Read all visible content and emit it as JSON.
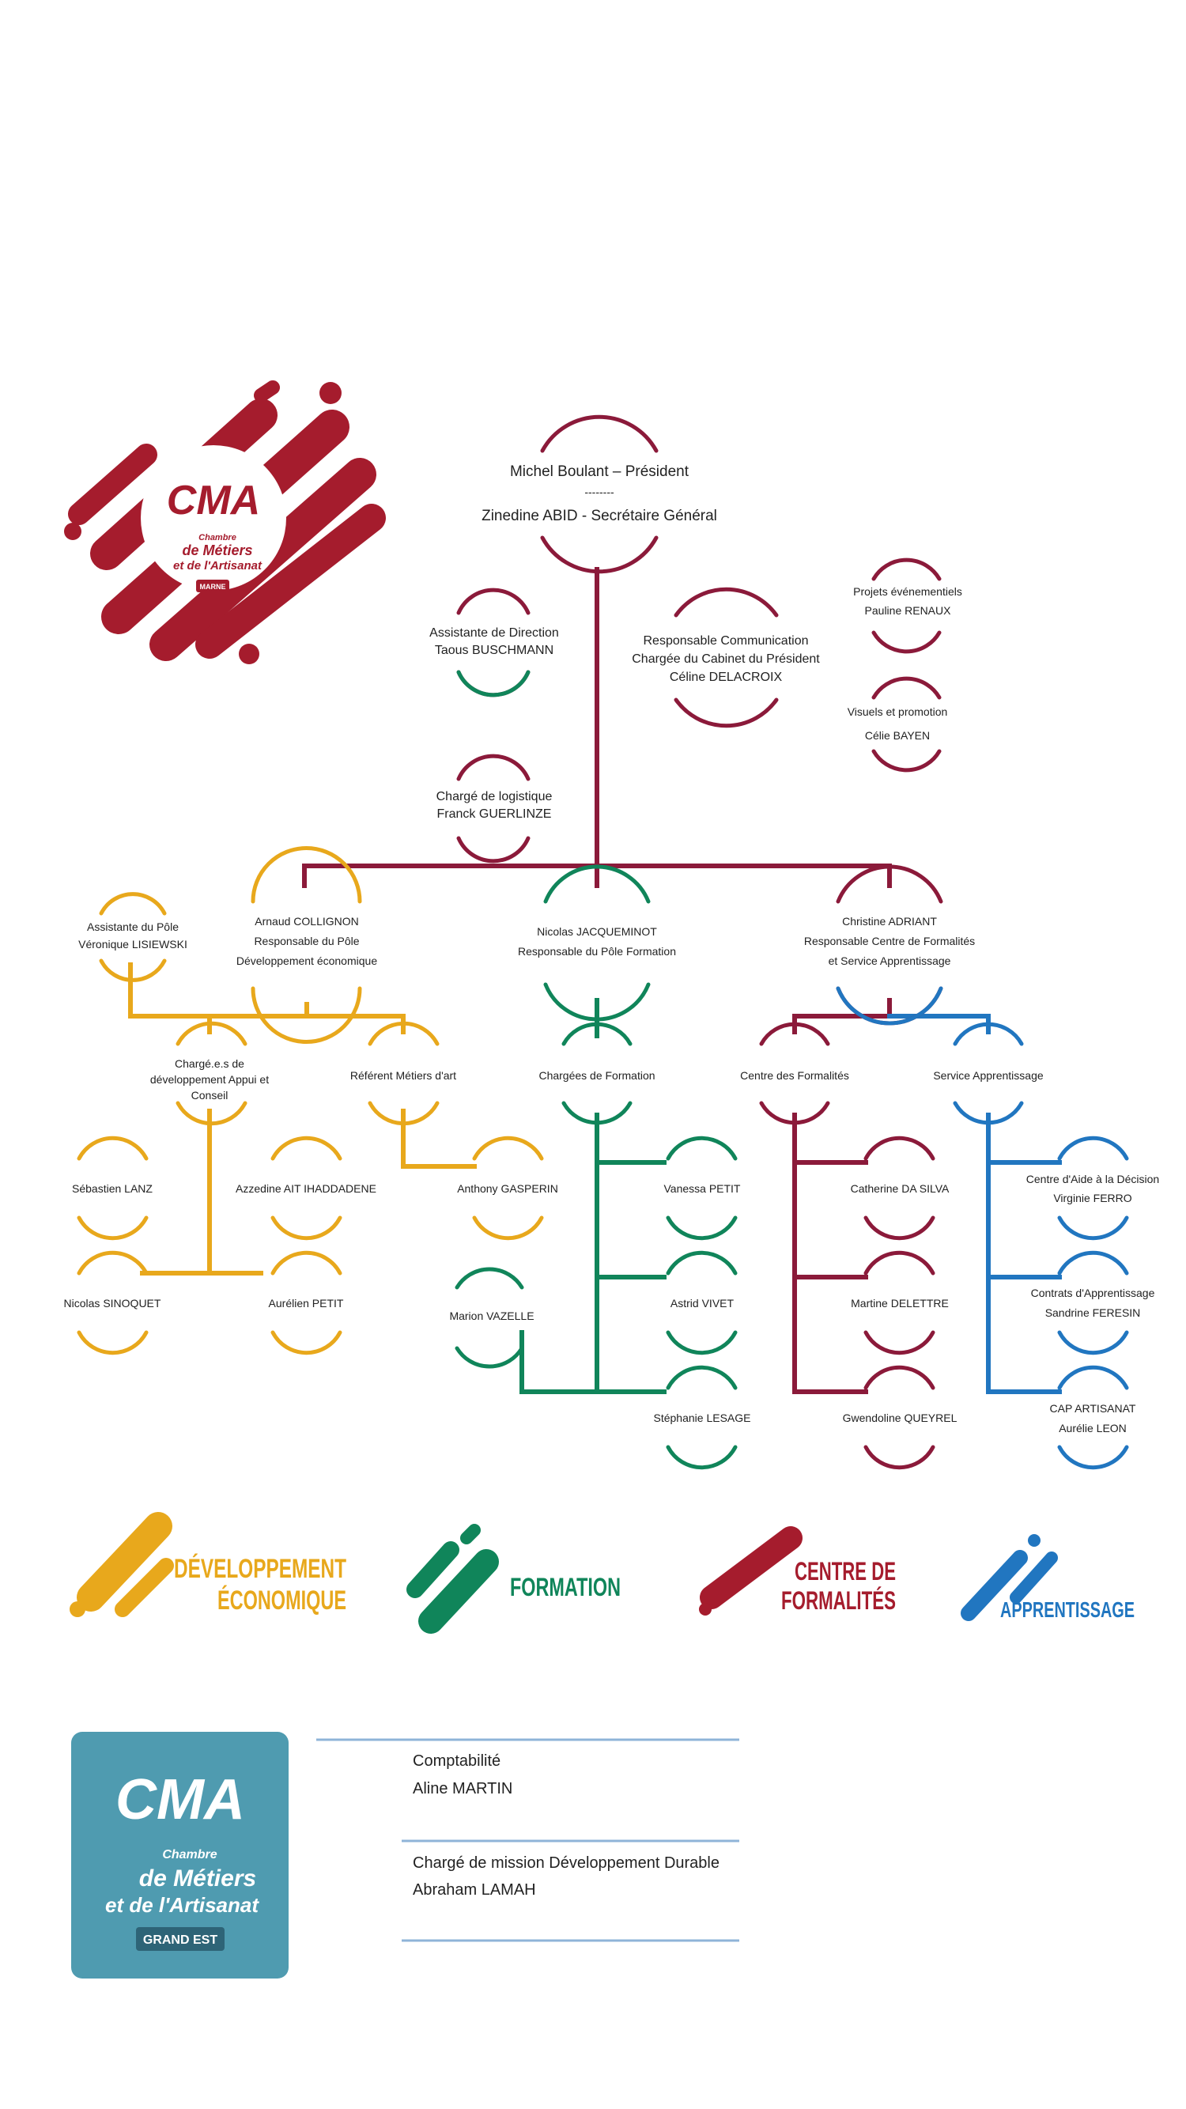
{
  "colors": {
    "direction": "#8b1a3a",
    "dev_eco": "#e8a81c",
    "formation": "#10855a",
    "centre": "#8b1a3a",
    "apprentissage": "#2176c0",
    "logo_red": "#a51c2d",
    "logo_teal": "#4f9bb0",
    "footer_line": "#8fb4d8"
  },
  "header": {
    "president": "Michel Boulant – Président",
    "separator": "--------",
    "secretary": "Zinedine ABID - Secrétaire Général"
  },
  "direction": {
    "assistante_role": "Assistante de Direction",
    "assistante_name": "Taous BUSCHMANN",
    "logistique_role": "Chargé de logistique",
    "logistique_name": "Franck GUERLINZE",
    "comm_role": "Responsable Communication",
    "comm_role2": "Chargée du Cabinet du Président",
    "comm_name": "Céline DELACROIX",
    "events_role": "Projets événementiels",
    "events_name": "Pauline RENAUX",
    "visuels_role": "Visuels et promotion",
    "visuels_name": "Célie BAYEN"
  },
  "dev_eco": {
    "assistante_role": "Assistante du Pôle",
    "assistante_name": "Véronique LISIEWSKI",
    "head_name": "Arnaud COLLIGNON",
    "head_role": "Responsable du Pôle",
    "head_role2": "Développement économique",
    "charges_line1": "Chargé.e.s de",
    "charges_line2": "développement Appui et",
    "charges_line3": "Conseil",
    "referent": "Référent Métiers d'art",
    "p1": "Sébastien LANZ",
    "p2": "Azzedine AIT IHADDADENE",
    "p3": "Nicolas SINOQUET",
    "p4": "Aurélien PETIT",
    "p5": "Anthony GASPERIN"
  },
  "formation": {
    "head_name": "Nicolas JACQUEMINOT",
    "head_role": "Responsable du Pôle Formation",
    "group": "Chargées de Formation",
    "p1": "Vanessa PETIT",
    "p2": "Astrid VIVET",
    "p3": "Stéphanie LESAGE",
    "p4": "Marion VAZELLE"
  },
  "centre": {
    "head_name": "Christine ADRIANT",
    "head_role": "Responsable Centre de Formalités",
    "head_role2": "et Service Apprentissage",
    "group": "Centre des Formalités",
    "p1": "Catherine DA SILVA",
    "p2": "Martine DELETTRE",
    "p3": "Gwendoline QUEYREL"
  },
  "apprentissage": {
    "group": "Service Apprentissage",
    "a1_role": "Centre d'Aide à la Décision",
    "a1_name": "Virginie FERRO",
    "a2_role": "Contrats d'Apprentissage",
    "a2_name": "Sandrine FERESIN",
    "a3_role": "CAP ARTISANAT",
    "a3_name": "Aurélie LEON"
  },
  "legend": {
    "dev1": "DÉVELOPPEMENT",
    "dev2": "ÉCONOMIQUE",
    "formation": "FORMATION",
    "centre1": "CENTRE DE",
    "centre2": "FORMALITÉS",
    "apprentissage": "APPRENTISSAGE"
  },
  "logo_top": {
    "mark": "CMA",
    "line1": "Chambre",
    "line2": "de Métiers",
    "line3": "et de l'Artisanat",
    "badge": "MARNE"
  },
  "logo_bottom": {
    "mark": "CMA",
    "line1": "Chambre",
    "line2": "de Métiers",
    "line3": "et de l'Artisanat",
    "badge": "GRAND EST"
  },
  "footer": {
    "compta_role": "Comptabilité",
    "compta_name": "Aline MARTIN",
    "mission_role": "Chargé de mission Développement Durable",
    "mission_name": "Abraham LAMAH"
  }
}
